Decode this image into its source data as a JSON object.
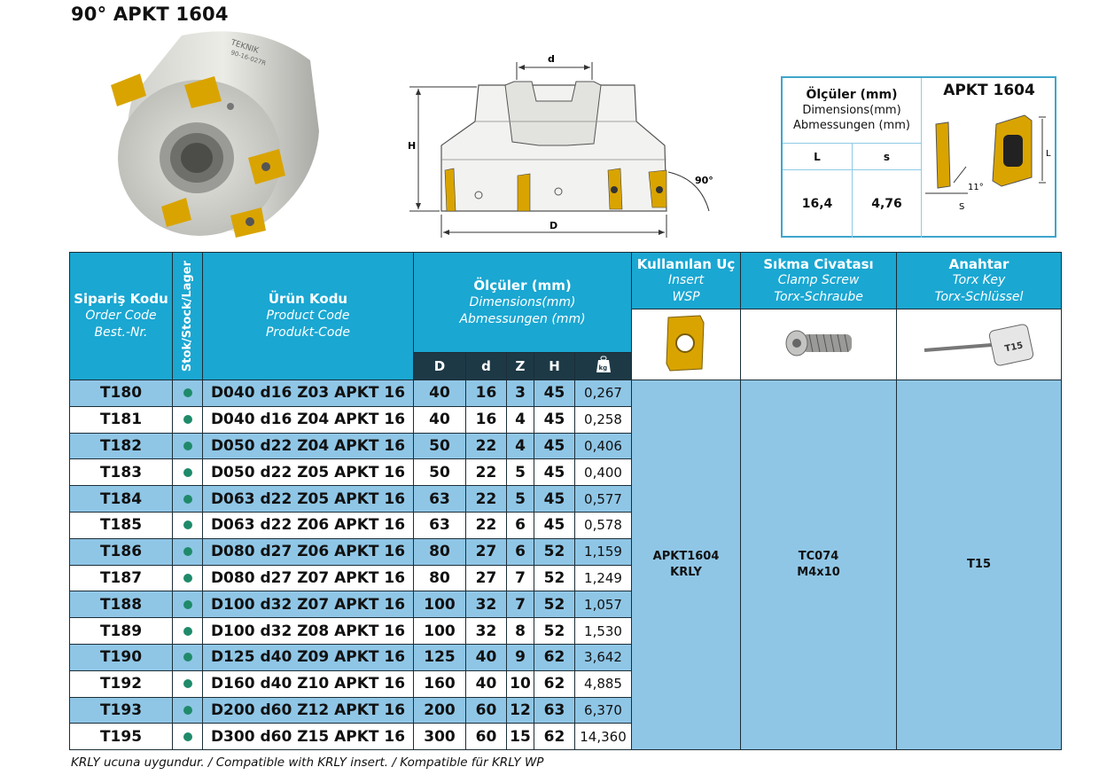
{
  "title": "90° APKT 1604",
  "product_image": {
    "logo_text": "TEKNIK",
    "engraving": "90-16-027R",
    "brand_color": "#d9a400"
  },
  "drawing": {
    "label_d": "d",
    "label_H": "H",
    "label_D": "D",
    "label_angle": "90°"
  },
  "insert_box": {
    "header_bold": "Ölçüler (mm)",
    "header_en": "Dimensions(mm)",
    "header_de": "Abmessungen (mm)",
    "col_L": "L",
    "col_S": "s",
    "val_L": "16,4",
    "val_S": "4,76",
    "title": "APKT 1604",
    "angle_label": "11°",
    "dim_L": "L",
    "dim_S": "S"
  },
  "table": {
    "headers": {
      "order": {
        "tr": "Sipariş Kodu",
        "en": "Order Code",
        "de": "Best.-Nr."
      },
      "stock": {
        "tr": "Stok",
        "rest": "/Stock/Lager"
      },
      "product": {
        "tr": "Ürün Kodu",
        "en": "Product Code",
        "de": "Produkt-Code"
      },
      "dims": {
        "tr": "Ölçüler (mm)",
        "en": "Dimensions(mm)",
        "de": "Abmessungen (mm)"
      },
      "insert": {
        "tr": "Kullanılan Uç",
        "en": "Insert",
        "de": "WSP"
      },
      "screw": {
        "tr": "Sıkma Civatası",
        "en": "Clamp Screw",
        "de": "Torx-Schraube"
      },
      "key": {
        "tr": "Anahtar",
        "en": "Torx Key",
        "de": "Torx-Schlüssel"
      },
      "sub": {
        "D": "D",
        "d": "d",
        "Z": "Z",
        "H": "H",
        "kg": "kg"
      },
      "key_tag": "T15"
    },
    "rows": [
      {
        "order": "T180",
        "product": "D040 d16 Z03 APKT 16",
        "D": "40",
        "d": "16",
        "Z": "3",
        "H": "45",
        "kg": "0,267"
      },
      {
        "order": "T181",
        "product": "D040 d16 Z04 APKT 16",
        "D": "40",
        "d": "16",
        "Z": "4",
        "H": "45",
        "kg": "0,258"
      },
      {
        "order": "T182",
        "product": "D050 d22 Z04 APKT 16",
        "D": "50",
        "d": "22",
        "Z": "4",
        "H": "45",
        "kg": "0,406"
      },
      {
        "order": "T183",
        "product": "D050 d22 Z05 APKT 16",
        "D": "50",
        "d": "22",
        "Z": "5",
        "H": "45",
        "kg": "0,400"
      },
      {
        "order": "T184",
        "product": "D063 d22 Z05 APKT 16",
        "D": "63",
        "d": "22",
        "Z": "5",
        "H": "45",
        "kg": "0,577"
      },
      {
        "order": "T185",
        "product": "D063 d22 Z06 APKT 16",
        "D": "63",
        "d": "22",
        "Z": "6",
        "H": "45",
        "kg": "0,578"
      },
      {
        "order": "T186",
        "product": "D080 d27 Z06 APKT 16",
        "D": "80",
        "d": "27",
        "Z": "6",
        "H": "52",
        "kg": "1,159"
      },
      {
        "order": "T187",
        "product": "D080 d27 Z07 APKT 16",
        "D": "80",
        "d": "27",
        "Z": "7",
        "H": "52",
        "kg": "1,249"
      },
      {
        "order": "T188",
        "product": "D100 d32 Z07 APKT 16",
        "D": "100",
        "d": "32",
        "Z": "7",
        "H": "52",
        "kg": "1,057"
      },
      {
        "order": "T189",
        "product": "D100 d32 Z08 APKT 16",
        "D": "100",
        "d": "32",
        "Z": "8",
        "H": "52",
        "kg": "1,530"
      },
      {
        "order": "T190",
        "product": "D125 d40 Z09 APKT 16",
        "D": "125",
        "d": "40",
        "Z": "9",
        "H": "62",
        "kg": "3,642"
      },
      {
        "order": "T192",
        "product": "D160 d40 Z10 APKT 16",
        "D": "160",
        "d": "40",
        "Z": "10",
        "H": "62",
        "kg": "4,885"
      },
      {
        "order": "T193",
        "product": "D200 d60 Z12 APKT 16",
        "D": "200",
        "d": "60",
        "Z": "12",
        "H": "63",
        "kg": "6,370"
      },
      {
        "order": "T195",
        "product": "D300 d60 Z15 APKT 16",
        "D": "300",
        "d": "60",
        "Z": "15",
        "H": "62",
        "kg": "14,360"
      }
    ],
    "merged": {
      "insert_line1": "APKT1604",
      "insert_line2": "KRLY",
      "screw_line1": "TC074",
      "screw_line2": "M4x10",
      "key": "T15"
    }
  },
  "footnote": "KRLY ucuna uygundur. / Compatible with KRLY insert. / Kompatible für KRLY WP"
}
